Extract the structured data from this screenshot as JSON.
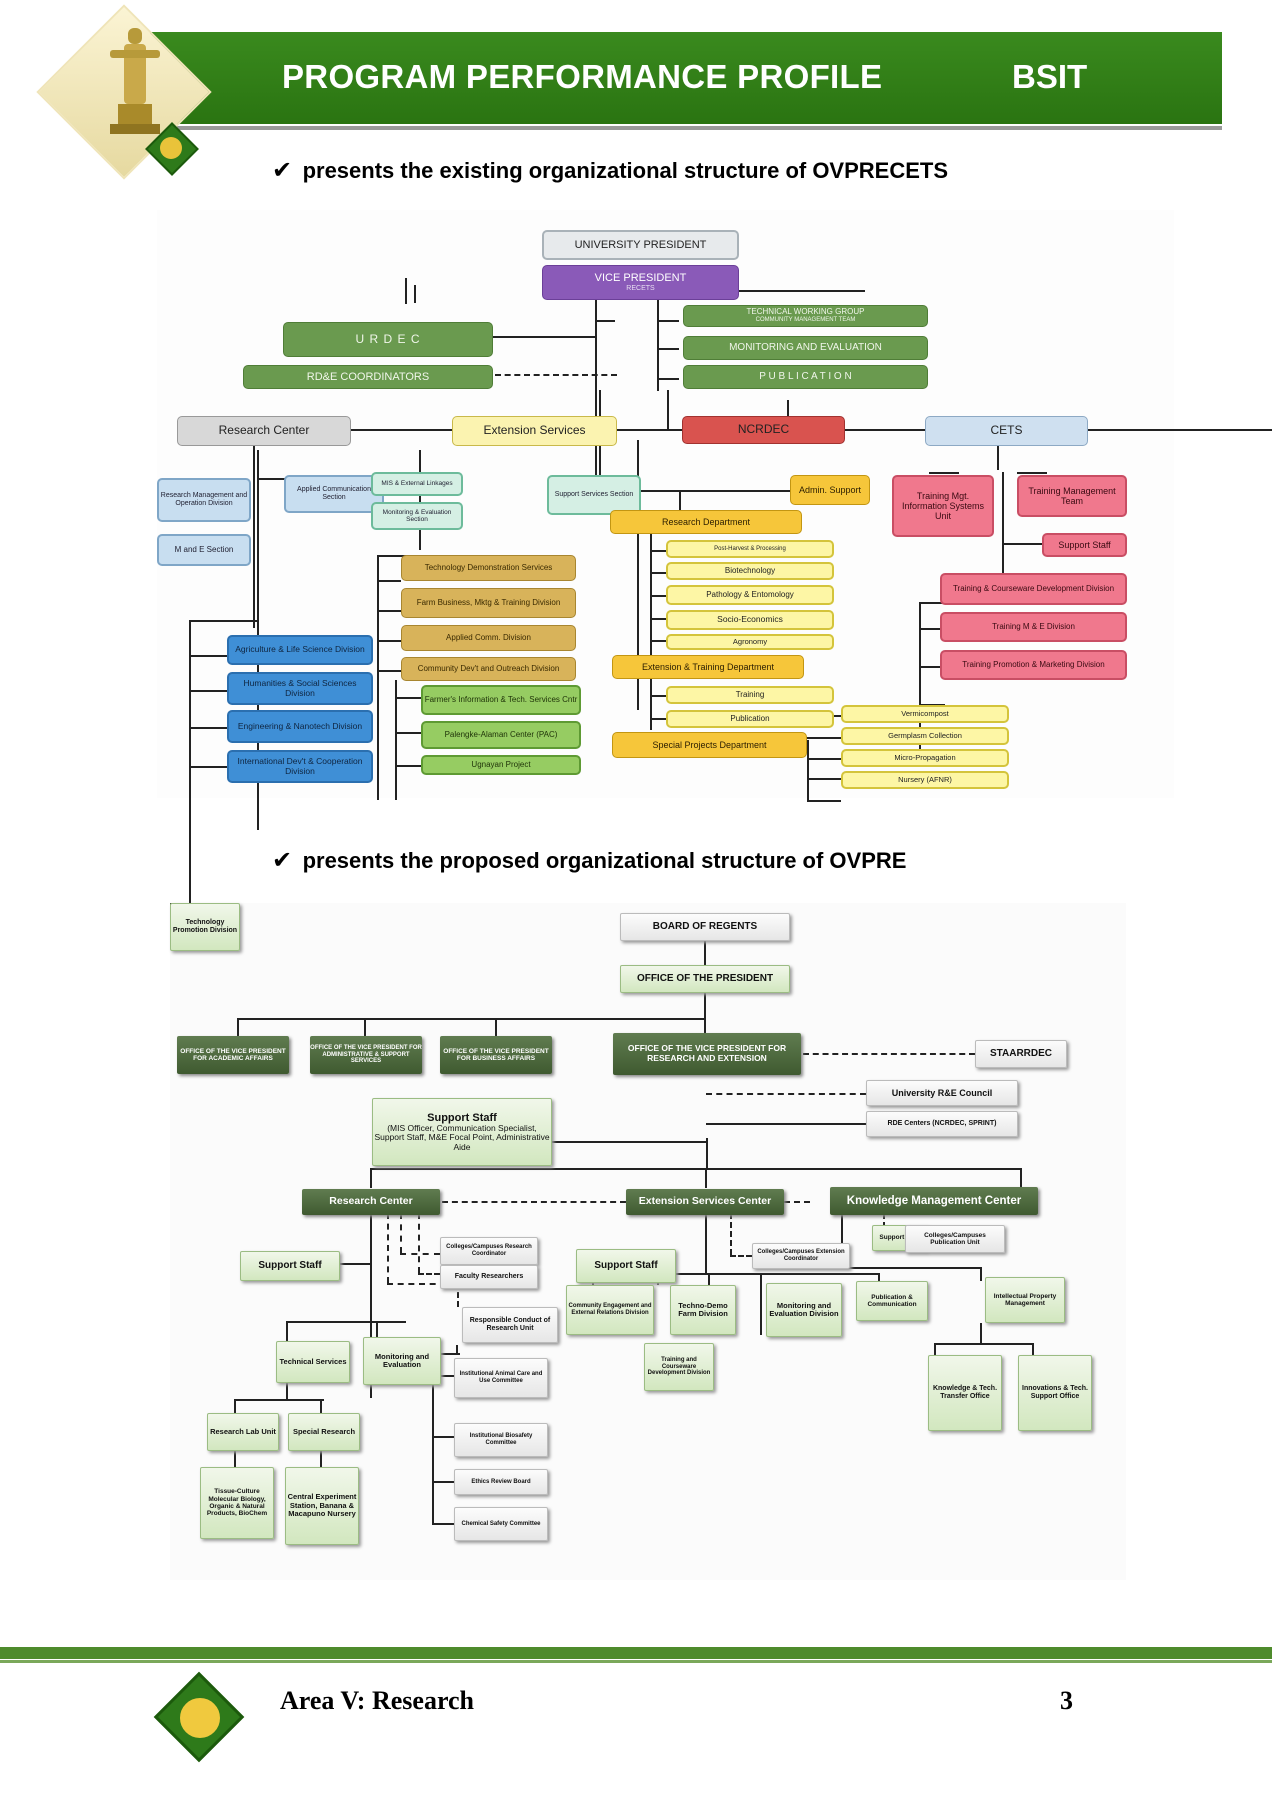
{
  "header": {
    "title": "PROGRAM PERFORMANCE PROFILE",
    "program": "BSIT"
  },
  "section1": {
    "check": "✔",
    "caption": "presents the existing organizational structure of OVPRECETS"
  },
  "section2": {
    "check": "✔",
    "caption": "presents the proposed organizational structure of OVPRE"
  },
  "org1": {
    "university_president": "UNIVERSITY PRESIDENT",
    "vice_president": "VICE PRESIDENT",
    "vice_president_sub": "RECETS",
    "urdec": "U R D E C",
    "rde_coordinators": "RD&E COORDINATORS",
    "twg": "TECHNICAL WORKING GROUP",
    "twg_sub": "COMMUNITY MANAGEMENT TEAM",
    "monitoring": "MONITORING AND EVALUATION",
    "publication": "P U B L I C A T I O N",
    "research_center": "Research Center",
    "extension_services": "Extension Services",
    "ncrdec": "NCRDEC",
    "cets": "CETS",
    "rc_rmod": "Research Management and Operation Division",
    "rc_acs": "Applied Communication Section",
    "rc_me": "M and E Section",
    "rc_div1": "Agriculture & Life Science Division",
    "rc_div2": "Humanities & Social Sciences Division",
    "rc_div3": "Engineering & Nanotech Division",
    "rc_div4": "International Dev't & Cooperation Division",
    "es_mis": "MIS & External Linkages",
    "es_mes": "Monitoring & Evaluation Section",
    "es_sss": "Support Services Section",
    "es_tds": "Technology Demonstration Services",
    "es_fbm": "Farm Business, Mktg & Training Division",
    "es_acd": "Applied Comm. Division",
    "es_cdo": "Community Dev't and Outreach Division",
    "es_fit": "Farmer's Information & Tech. Services Cntr",
    "es_pac": "Palengke-Alaman Center (PAC)",
    "es_ugn": "Ugnayan Project",
    "nc_admin": "Admin. Support",
    "nc_rd": "Research Department",
    "nc_pr": "Post-Harvest & Processing",
    "nc_bio": "Biotechnology",
    "nc_pe": "Pathology & Entomology",
    "nc_se": "Socio-Economics",
    "nc_agr": "Agronomy",
    "nc_etd": "Extension & Training Department",
    "nc_tr": "Training",
    "nc_pub": "Publication",
    "nc_spd": "Special Projects Department",
    "nc_vc": "Vermicompost",
    "nc_gc": "Germplasm Collection",
    "nc_mp": "Micro-Propagation",
    "nc_nur": "Nursery (AFNR)",
    "ce_tmis": "Training Mgt. Information Systems Unit",
    "ce_tmt": "Training Management Team",
    "ce_ss": "Support Staff",
    "ce_tcd": "Training & Courseware Development Division",
    "ce_tme": "Training M & E Division",
    "ce_tpm": "Training Promotion & Marketing Division"
  },
  "org2": {
    "bor": "BOARD OF REGENTS",
    "op": "OFFICE OF THE PRESIDENT",
    "ovpaa": "OFFICE OF THE VICE PRESIDENT FOR ACADEMIC AFFAIRS",
    "ovpass": "OFFICE OF THE VICE PRESIDENT FOR ADMINISTRATIVE & SUPPORT SERVICES",
    "ovpba": "OFFICE OF THE VICE PRESIDENT FOR BUSINESS AFFAIRS",
    "ovpre": "OFFICE OF THE VICE PRESIDENT FOR RESEARCH AND EXTENSION",
    "staarrdec": "STAARRDEC",
    "urec": "University R&E Council",
    "rdec": "RDE Centers (NCRDEC, SPRINT)",
    "support_staff_title": "Support Staff",
    "support_staff_desc": "(MIS Officer, Communication Specialist, Support Staff, M&E Focal Point, Administrative Aide",
    "rc": "Research Center",
    "esc": "Extension Services Center",
    "kmc": "Knowledge Management Center",
    "rc_ss": "Support Staff",
    "rc_crc": "Colleges/Campuses Research Coordinator",
    "rc_fr": "Faculty Researchers",
    "rc_rcr": "Responsible Conduct of Research Unit",
    "rc_ts": "Technical Services",
    "rc_me": "Monitoring and Evaluation",
    "rc_rlu": "Research Lab Unit",
    "rc_sr": "Special Research",
    "rc_tc": "Tissue-Culture Molecular Biology, Organic & Natural Products, BioChem",
    "rc_ces": "Central Experiment Station, Banana & Macapuno Nursery",
    "rc_iacuc": "Institutional Animal Care and Use Committee",
    "rc_ibc": "Institutional Biosafety Committee",
    "rc_erb": "Ethics Review Board",
    "rc_csc": "Chemical Safety Committee",
    "es_ss": "Support Staff",
    "es_cec": "Colleges/Campuses Extension Coordinator",
    "es_cee": "Community Engagement and External Relations Division",
    "es_tdf": "Techno-Demo Farm Division",
    "es_mev": "Monitoring and Evaluation Division",
    "es_tcd": "Training and Courseware Development Division",
    "es_tpd": "Technology Promotion Division",
    "km_ss": "Support Staff",
    "km_cpu": "Colleges/Campuses Publication Unit",
    "km_pc": "Publication & Communication",
    "km_ipm": "Intellectual Property Management",
    "km_ktt": "Knowledge & Tech. Transfer Office",
    "km_its": "Innovations & Tech. Support Office"
  },
  "footer": {
    "title": "Area V: Research",
    "page": "3"
  }
}
